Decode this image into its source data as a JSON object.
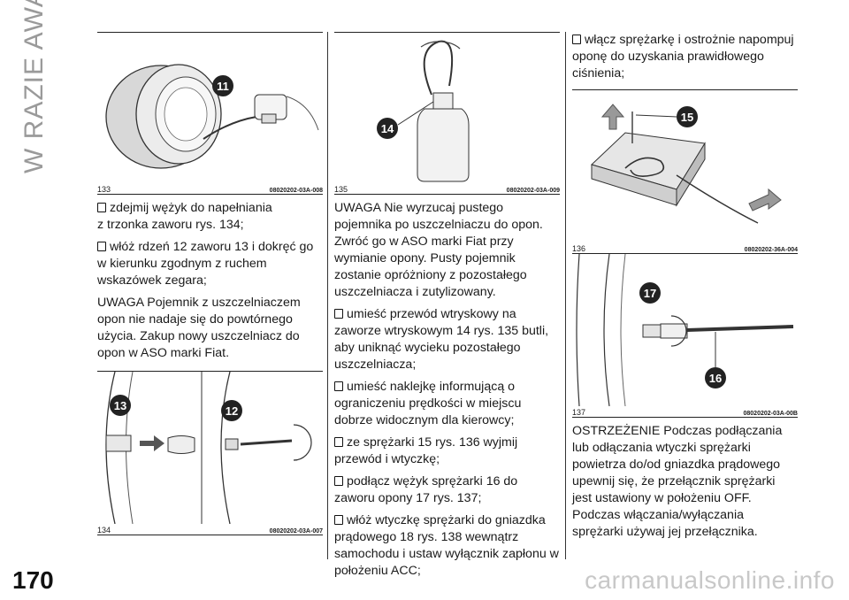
{
  "side_title": "W RAZIE AWARII",
  "page_number": "170",
  "watermark": "carmanualsonline.info",
  "figures": {
    "f133": {
      "num": "133",
      "code": "08020202-03A-008",
      "callouts": [
        "11"
      ]
    },
    "f134": {
      "num": "134",
      "code": "08020202-03A-007",
      "callouts": [
        "13",
        "12"
      ]
    },
    "f135": {
      "num": "135",
      "code": "08020202-03A-009",
      "callouts": [
        "14"
      ]
    },
    "f136": {
      "num": "136",
      "code": "08020202-36A-004",
      "callouts": [
        "15"
      ]
    },
    "f137": {
      "num": "137",
      "code": "08020202-03A-00B",
      "callouts": [
        "17",
        "16"
      ]
    }
  },
  "col1": {
    "p1_line1": "zdejmij wężyk do napełniania",
    "p1_rest": "z trzonka zaworu rys. 134;",
    "p2_line1": "włóż rdzeń 12 zaworu 13 i dokręć go",
    "p2_rest": "w kierunku zgodnym z ruchem wskazówek zegara;",
    "p3": "UWAGA Pojemnik z uszczelniaczem opon nie nadaje się do powtórnego użycia. Zakup nowy uszczelniacz do opon w ASO marki Fiat."
  },
  "col2": {
    "p1": "UWAGA Nie wyrzucaj pustego pojemnika po uszczelniaczu do opon. Zwróć go w ASO marki Fiat przy wymianie opony. Pusty pojemnik zostanie opróżniony z pozostałego uszczelniacza i zutylizowany.",
    "b1": "umieść przewód wtryskowy na zaworze wtryskowym 14 rys. 135 butli, aby uniknąć wycieku pozostałego uszczelniacza;",
    "b2": "umieść naklejkę informującą o ograniczeniu prędkości w miejscu dobrze widocznym dla kierowcy;",
    "b3": "ze sprężarki 15 rys. 136 wyjmij przewód i wtyczkę;",
    "b4": "podłącz wężyk sprężarki 16 do zaworu opony 17 rys. 137;",
    "b5": "włóż wtyczkę sprężarki do gniazdka prądowego 18 rys. 138 wewnątrz samochodu i ustaw wyłącznik zapłonu w położeniu ACC;"
  },
  "col3": {
    "b1": "włącz sprężarkę i ostrożnie napompuj oponę do uzyskania prawidłowego ciśnienia;",
    "p1": "OSTRZEŻENIE Podczas podłączania lub odłączania wtyczki sprężarki powietrza do/od gniazdka prądowego upewnij się, że przełącznik sprężarki jest ustawiony w położeniu OFF. Podczas włączania/wyłączania sprężarki używaj jej przełącznika."
  }
}
